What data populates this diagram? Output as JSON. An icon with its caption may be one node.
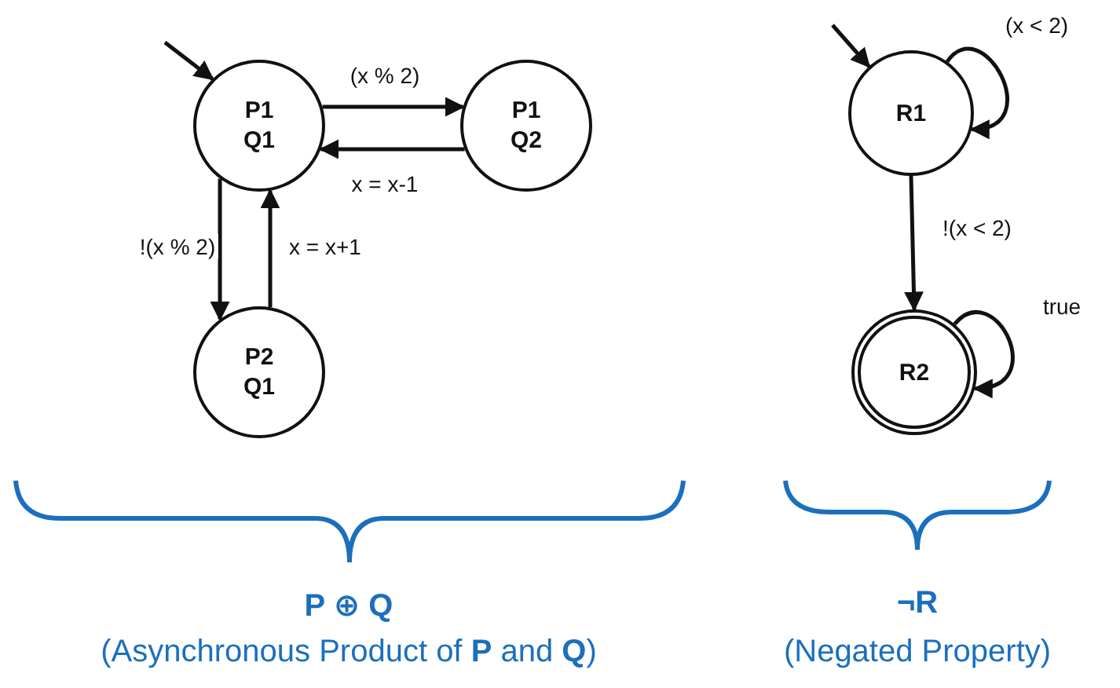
{
  "diagram": {
    "nodes": [
      {
        "text": [
          "P1 Q1"
        ]
      },
      {
        "text": [
          "P1 Q2"
        ]
      },
      {
        "text": [
          "P2 Q1"
        ]
      },
      {
        "text": [
          "R1"
        ]
      },
      {
        "text": [
          "R2"
        ]
      }
    ],
    "edges": [
      {
        "from": null,
        "to": 0,
        "arrow": "to"
      },
      {
        "from": 0,
        "to": 1,
        "arrow": "to",
        "label": "(x % 2)"
      },
      {
        "from": 1,
        "to": 0,
        "arrow": "to",
        "label": "x = x-1"
      },
      {
        "from": 0,
        "to": 2,
        "arrow": "to",
        "label": "!(x % 2)"
      },
      {
        "from": 2,
        "to": 0,
        "arrow": "to",
        "label": "x = x+1"
      },
      {
        "from": null,
        "to": 3,
        "arrow": "to"
      },
      {
        "from": 3,
        "to": 3,
        "arrow": "to",
        "label": "(x < 2)"
      },
      {
        "from": 3,
        "to": 4,
        "arrow": "to",
        "label": "!(x < 2)"
      },
      {
        "from": 4,
        "to": 4,
        "arrow": "to",
        "label": "true"
      }
    ],
    "labels": [
      "P ⊕ Q",
      "(Asynchronous Product of **P** and **Q**)",
      "¬R",
      "(Negated Property)"
    ]
  }
}
